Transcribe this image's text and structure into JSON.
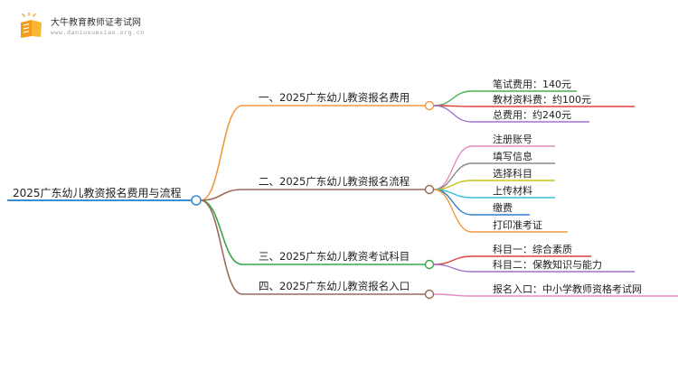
{
  "logo": {
    "title": "大牛教育教师证考试网",
    "url": "www.daniuxuexiao.org.cn",
    "icon": "book-icon"
  },
  "mindmap": {
    "root": {
      "label": "2025广东幼儿教资报名费用与流程",
      "color": "#3b8fd4"
    },
    "branches": [
      {
        "label": "一、2025广东幼儿教资报名费用",
        "color": "#f09a3e",
        "children": [
          {
            "label": "笔试费用：140元",
            "color": "#4caf50"
          },
          {
            "label": "教材资料费：约100元",
            "color": "#e0413a"
          },
          {
            "label": "总费用：约240元",
            "color": "#a070c8"
          }
        ]
      },
      {
        "label": "二、2025广东幼儿教资报名流程",
        "color": "#9a6b5a",
        "children": [
          {
            "label": "注册账号",
            "color": "#e58ac0"
          },
          {
            "label": "填写信息",
            "color": "#8a8a8a"
          },
          {
            "label": "选择科目",
            "color": "#c8c41c"
          },
          {
            "label": "上传材料",
            "color": "#2fc1d6"
          },
          {
            "label": "缴费",
            "color": "#2a7fd0"
          },
          {
            "label": "打印准考证",
            "color": "#f09a3e"
          }
        ]
      },
      {
        "label": "三、2025广东幼儿教资考试科目",
        "color": "#3aa54a",
        "children": [
          {
            "label": "科目一：综合素质",
            "color": "#e0413a"
          },
          {
            "label": "科目二：保教知识与能力",
            "color": "#a070c8"
          }
        ]
      },
      {
        "label": "四、2025广东幼儿教资报名入口",
        "color": "#9a6b5a",
        "children": [
          {
            "label": "报名入口：中小学教师资格考试网",
            "color": "#e58ac0"
          }
        ]
      }
    ]
  }
}
